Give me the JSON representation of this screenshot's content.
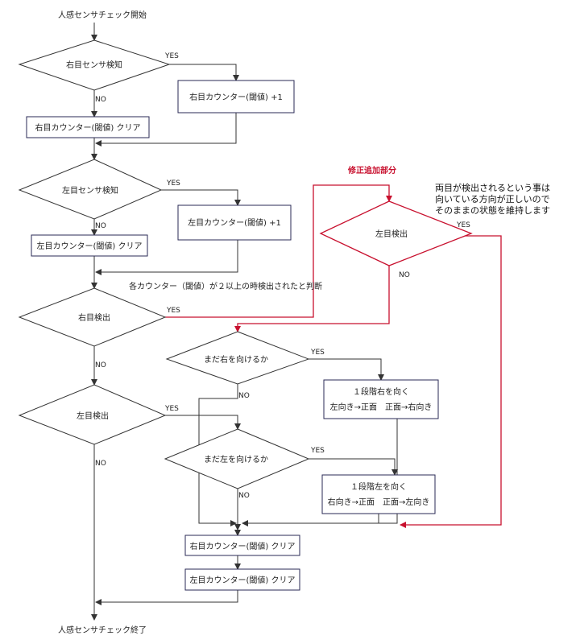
{
  "start": "人感センサチェック開始",
  "end": "人感センサチェック終了",
  "yes": "YES",
  "no": "NO",
  "decisions": {
    "right_sensor": "右目センサ検知",
    "left_sensor": "左目センサ検知",
    "right_detect": "右目検出",
    "left_detect": "左目検出",
    "can_right": "まだ右を向けるか",
    "can_left": "まだ左を向けるか",
    "left_detect_added": "左目検出"
  },
  "processes": {
    "right_inc": "右目カウンター(閾値) +1",
    "right_clear": "右目カウンター(閾値) クリア",
    "left_inc": "左目カウンター(閾値) +1",
    "left_clear": "左目カウンター(閾値) クリア",
    "turn_right_title": "１段階右を向く",
    "turn_right_sub": "左向き→正面　正面→右向き",
    "turn_left_title": "１段階左を向く",
    "turn_left_sub": "右向き→正面　正面→左向き",
    "final_right_clear": "右目カウンター(閾値) クリア",
    "final_left_clear": "左目カウンター(閾値) クリア"
  },
  "annotations": {
    "count_note": "各カウンター（閾値）が２以上の時検出されたと判断",
    "added_section": "修正追加部分",
    "both_eyes_note": [
      "両目が検出されるという事は",
      "向いている方向が正しいので",
      "そのままの状態を維持します"
    ]
  },
  "colors": {
    "line": "#333333",
    "box_border": "#2a2a55",
    "added": "#c8102e"
  }
}
